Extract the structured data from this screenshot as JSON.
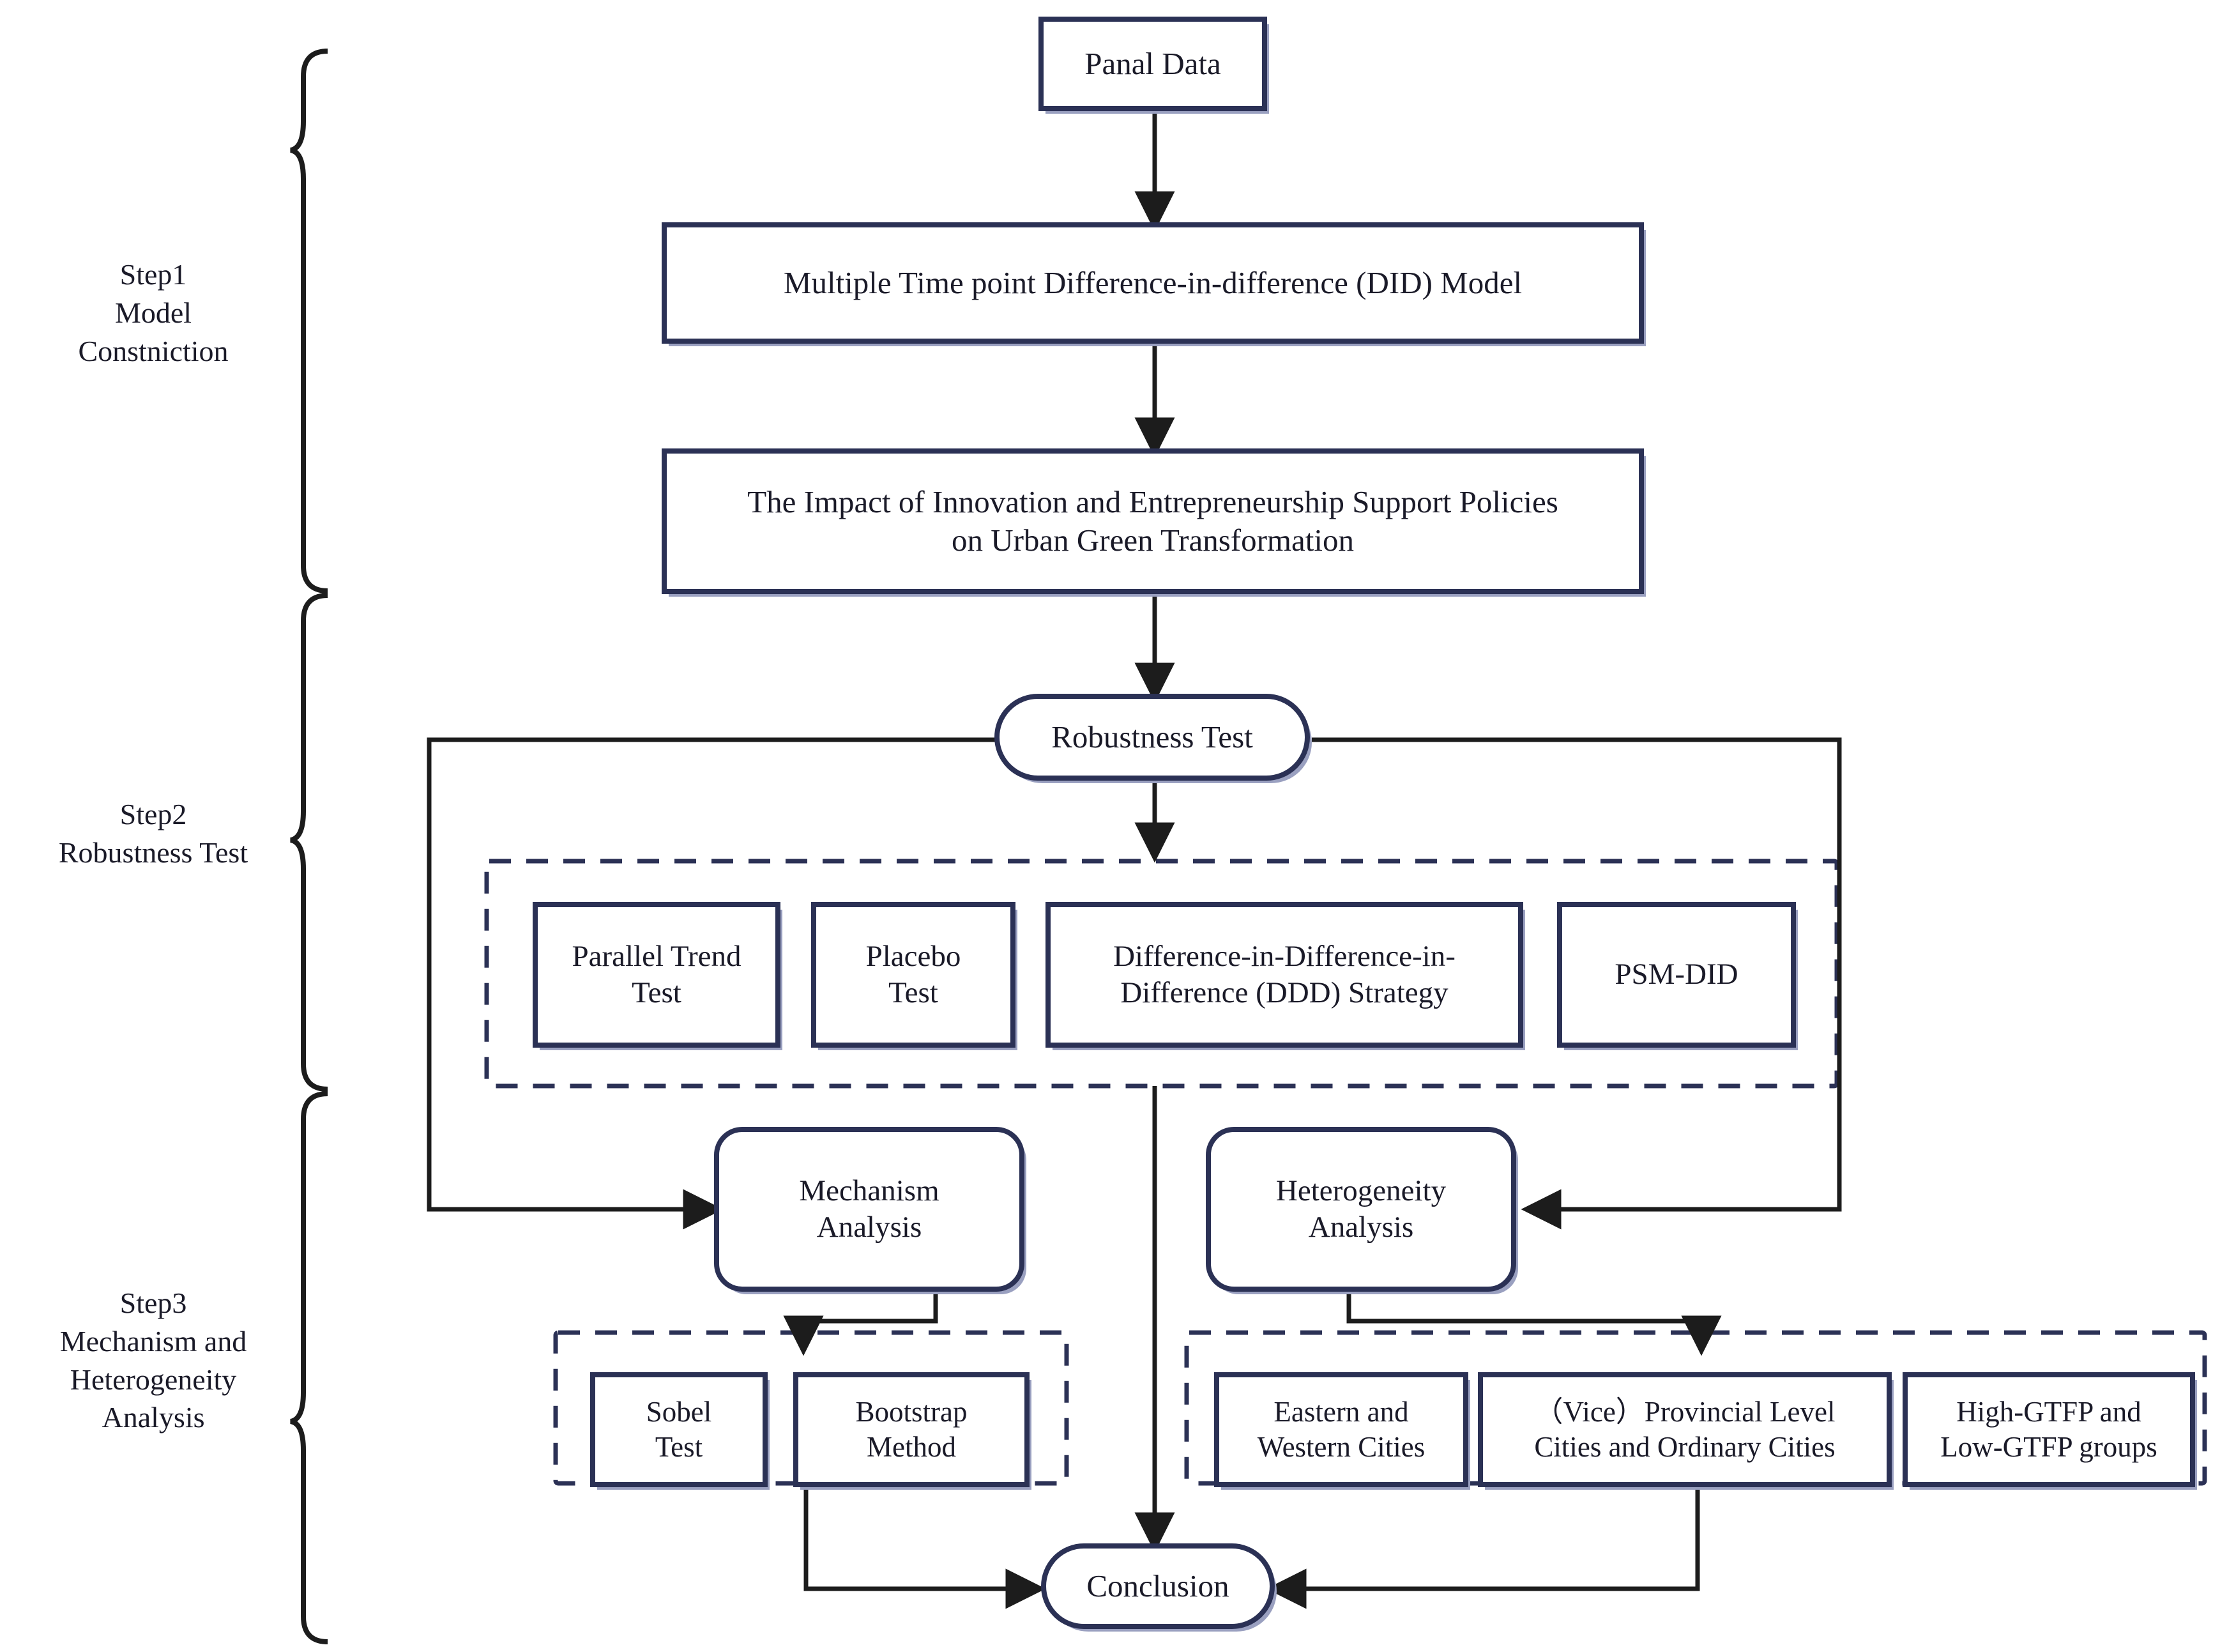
{
  "diagram": {
    "title_implied": "Research design flowchart",
    "colors": {
      "node_border": "#2b3155",
      "node_border_shadow": "#8e95b8",
      "connector": "#1c1c1c",
      "dashed_group": "#2b3155",
      "text": "#1a1a28",
      "background": "#ffffff"
    },
    "steps": [
      {
        "id": "step1",
        "label": "Step1\nModel\nConstniction"
      },
      {
        "id": "step2",
        "label": "Step2\nRobustness Test"
      },
      {
        "id": "step3",
        "label": "Step3\nMechanism and\nHeterogeneity\nAnalysis"
      }
    ],
    "nodes": [
      {
        "id": "panel-data",
        "label": "Panal Data",
        "shape": "rect"
      },
      {
        "id": "did-model",
        "label": "Multiple Time point Difference-in-difference (DID) Model",
        "shape": "rect"
      },
      {
        "id": "impact",
        "label": "The Impact of Innovation and Entrepreneurship Support Policies\non Urban Green Transformation",
        "shape": "rect"
      },
      {
        "id": "robustness-test",
        "label": "Robustness Test",
        "shape": "stadium"
      },
      {
        "id": "parallel-trend",
        "label": "Parallel Trend\nTest",
        "shape": "rect"
      },
      {
        "id": "placebo",
        "label": "Placebo\nTest",
        "shape": "rect"
      },
      {
        "id": "ddd",
        "label": "Difference-in-Difference-in-\nDifference (DDD) Strategy",
        "shape": "rect"
      },
      {
        "id": "psm-did",
        "label": "PSM-DID",
        "shape": "rect"
      },
      {
        "id": "mechanism",
        "label": "Mechanism\nAnalysis",
        "shape": "rounded"
      },
      {
        "id": "heterogeneity",
        "label": "Heterogeneity\nAnalysis",
        "shape": "rounded"
      },
      {
        "id": "sobel",
        "label": "Sobel\nTest",
        "shape": "rect"
      },
      {
        "id": "bootstrap",
        "label": "Bootstrap\nMethod",
        "shape": "rect"
      },
      {
        "id": "east-west",
        "label": "Eastern and\nWestern Cities",
        "shape": "rect"
      },
      {
        "id": "provincial",
        "label": "（Vice）Provincial Level\nCities and Ordinary Cities",
        "shape": "rect"
      },
      {
        "id": "gtfp",
        "label": "High-GTFP and\nLow-GTFP groups",
        "shape": "rect"
      },
      {
        "id": "conclusion",
        "label": "Conclusion",
        "shape": "stadium"
      }
    ],
    "groups": [
      {
        "id": "robustness-group",
        "style": "dashed",
        "members": [
          "parallel-trend",
          "placebo",
          "ddd",
          "psm-did"
        ]
      },
      {
        "id": "mechanism-group",
        "style": "dashed",
        "members": [
          "sobel",
          "bootstrap"
        ]
      },
      {
        "id": "heterogeneity-group",
        "style": "dashed",
        "members": [
          "east-west",
          "provincial",
          "gtfp"
        ]
      }
    ],
    "edges": [
      {
        "from": "panel-data",
        "to": "did-model"
      },
      {
        "from": "did-model",
        "to": "impact"
      },
      {
        "from": "impact",
        "to": "robustness-test"
      },
      {
        "from": "robustness-test",
        "to": "robustness-group"
      },
      {
        "from": "robustness-test",
        "to": "mechanism"
      },
      {
        "from": "robustness-test",
        "to": "heterogeneity"
      },
      {
        "from": "mechanism",
        "to": "mechanism-group"
      },
      {
        "from": "heterogeneity",
        "to": "heterogeneity-group"
      },
      {
        "from": "robustness-group",
        "to": "conclusion"
      },
      {
        "from": "mechanism-group",
        "to": "conclusion"
      },
      {
        "from": "heterogeneity-group",
        "to": "conclusion"
      }
    ]
  }
}
